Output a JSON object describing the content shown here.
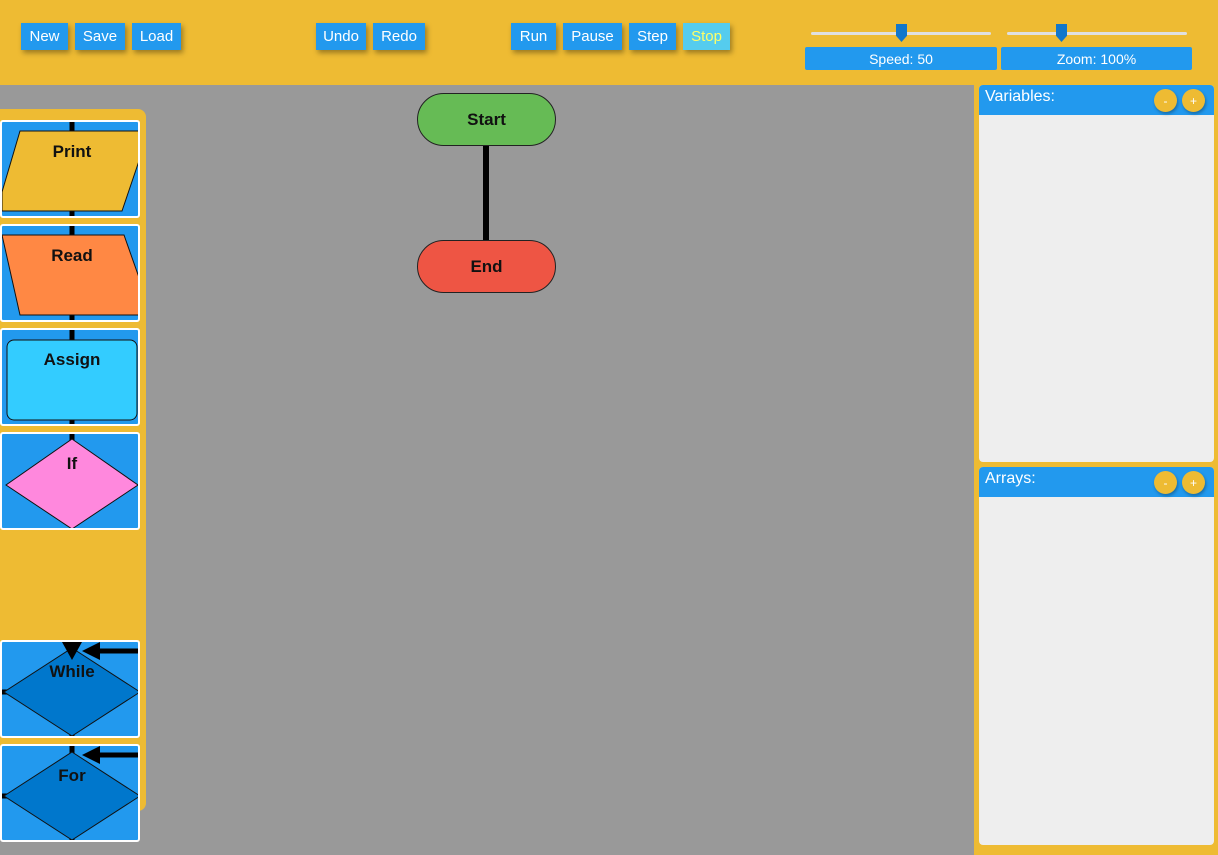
{
  "toolbar": {
    "file": {
      "new": "New",
      "save": "Save",
      "load": "Load"
    },
    "edit": {
      "undo": "Undo",
      "redo": "Redo"
    },
    "exec": {
      "run": "Run",
      "pause": "Pause",
      "step": "Step",
      "stop": "Stop"
    },
    "speed": {
      "label": "Speed: 50",
      "value": 50
    },
    "zoom": {
      "label": "Zoom: 100%",
      "value": 100
    }
  },
  "palette": {
    "items": [
      {
        "label": "Print",
        "shape": "parallelogram",
        "color": "#EEBB33"
      },
      {
        "label": "Read",
        "shape": "parallelogram-reverse",
        "color": "#FF8844"
      },
      {
        "label": "Assign",
        "shape": "rounded-rectangle",
        "color": "#33CCFF"
      },
      {
        "label": "If",
        "shape": "diamond",
        "color": "#FF88DD"
      },
      {
        "label": "While",
        "shape": "diamond-loop",
        "color": "#0077CC"
      },
      {
        "label": "For",
        "shape": "diamond-loop",
        "color": "#0077CC"
      }
    ]
  },
  "canvas": {
    "start": {
      "label": "Start",
      "color": "#66BB55"
    },
    "end": {
      "label": "End",
      "color": "#EE5544"
    }
  },
  "variables": {
    "title": "Variables:",
    "minus": "-",
    "plus": "+"
  },
  "arrays": {
    "title": "Arrays:",
    "minus": "-",
    "plus": "+"
  },
  "colors": {
    "accent": "#EEBB33",
    "button": "#2299EE",
    "canvas": "#999999",
    "panel": "#EEEEEE"
  }
}
